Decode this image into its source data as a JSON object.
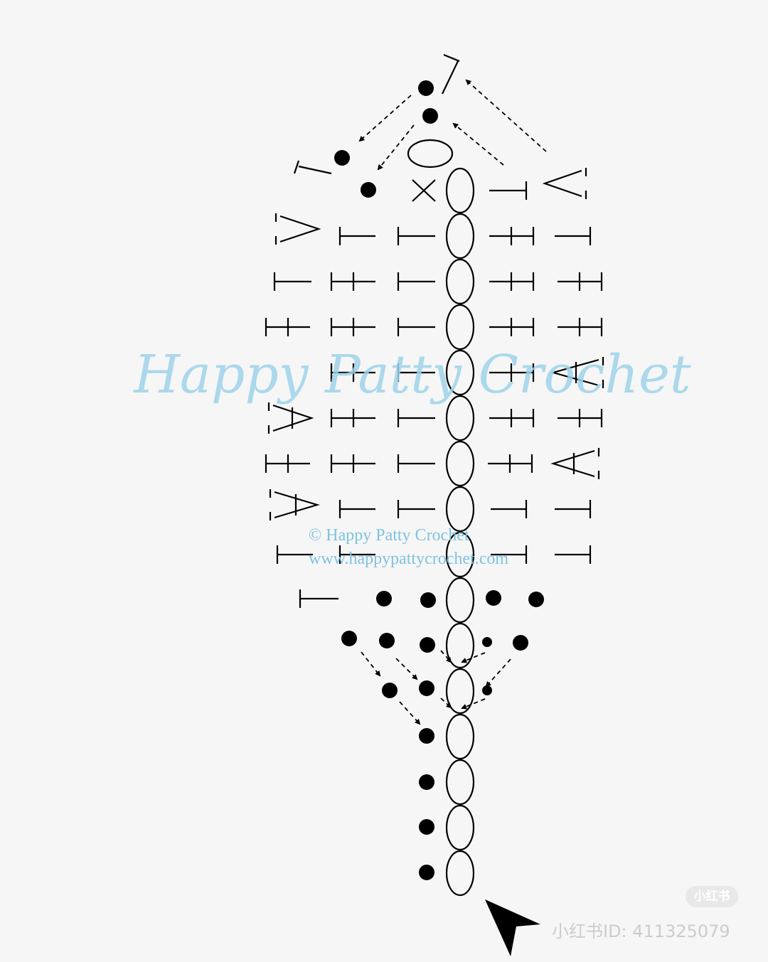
{
  "watermark": {
    "brand_script": "Happy Patty Crochet",
    "copyright": "© Happy Patty Crochet",
    "url": "www.happypattycrochet.com"
  },
  "platform": {
    "badge": "小红书",
    "user_id": "小红书ID: 411325079"
  },
  "legend_symbols": {
    "chain": "oval",
    "slip_stitch": "dot",
    "single_crochet": "x",
    "half_double_crochet": "T",
    "double_crochet": "T-bar",
    "increase": "V"
  },
  "colors": {
    "ink": "#000000",
    "background": "#f6f6f6",
    "watermark": "#9ed3ea"
  }
}
